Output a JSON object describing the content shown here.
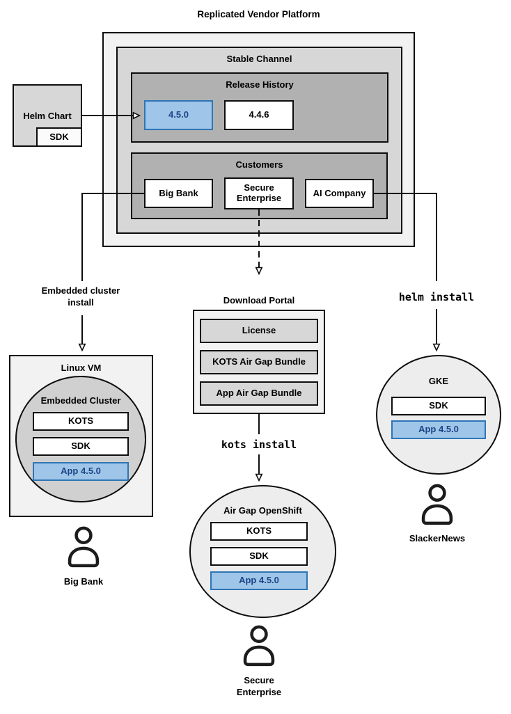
{
  "title": "Replicated Vendor Platform",
  "colors": {
    "highlight_fill": "#9fc5e8",
    "highlight_border": "#2e75b6",
    "highlight_text": "#1c4587",
    "box_gray_light": "#f2f2f2",
    "box_gray_mid": "#d7d7d7",
    "box_gray_dark": "#b1b1b1"
  },
  "helm_chart": {
    "label": "Helm Chart",
    "sdk_label": "SDK"
  },
  "stable_channel": {
    "label": "Stable Channel",
    "release_history": {
      "label": "Release History",
      "releases": [
        "4.5.0",
        "4.4.6"
      ]
    },
    "customers": {
      "label": "Customers",
      "items": [
        "Big Bank",
        "Secure Enterprise",
        "AI Company"
      ]
    }
  },
  "connectors": {
    "embedded_install_label": "Embedded cluster\ninstall",
    "kots_install_label": "kots install",
    "helm_install_label": "helm install"
  },
  "download_portal": {
    "label": "Download Portal",
    "items": [
      "License",
      "KOTS Air Gap Bundle",
      "App Air Gap Bundle"
    ]
  },
  "linux_vm": {
    "label": "Linux VM",
    "cluster_label": "Embedded Cluster",
    "components": [
      "KOTS",
      "SDK"
    ],
    "app": "App 4.5.0",
    "user": "Big Bank"
  },
  "air_gap_openshift": {
    "label": "Air Gap OpenShift",
    "components": [
      "KOTS",
      "SDK"
    ],
    "app": "App 4.5.0",
    "user": "Secure\nEnterprise"
  },
  "gke": {
    "label": "GKE",
    "components": [
      "SDK"
    ],
    "app": "App 4.5.0",
    "user": "SlackerNews"
  }
}
